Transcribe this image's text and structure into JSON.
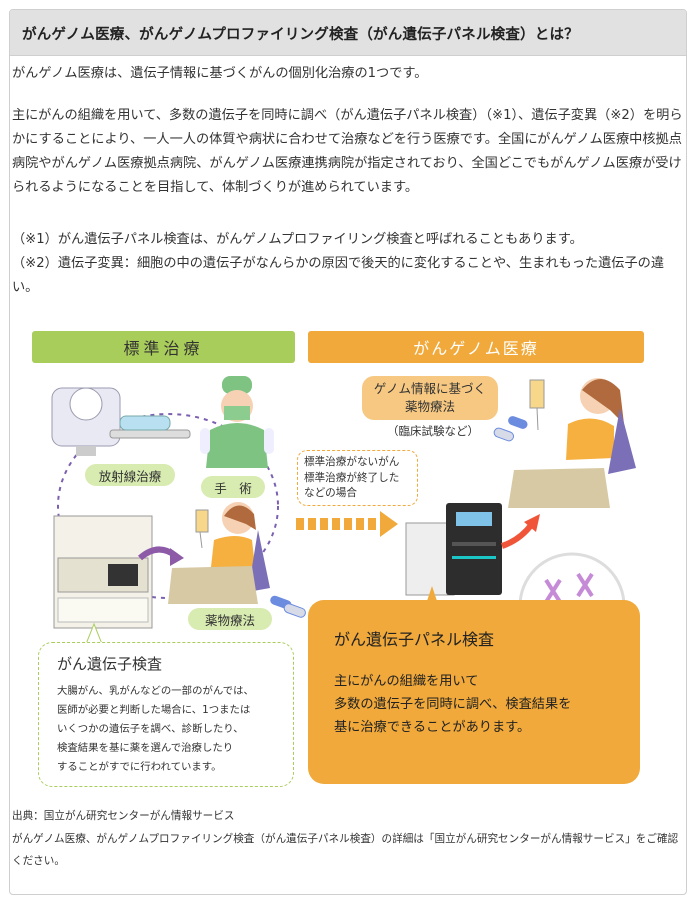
{
  "section": {
    "title": "がんゲノム医療、がんゲノムプロファイリング検査（がん遺伝子パネル検査）とは？",
    "paragraph1": "がんゲノム医療は、遺伝子情報に基づくがんの個別化治療の1つです。",
    "paragraph2": "主にがんの組織を用いて、多数の遺伝子を同時に調べ（がん遺伝子パネル検査）（※1）、遺伝子変異（※2）を明らかにすることにより、一人一人の体質や病状に合わせて治療などを行う医療です。全国にがんゲノム医療中核拠点病院やがんゲノム医療拠点病院、がんゲノム医療連携病院が指定されており、全国どこでもがんゲノム医療が受けられるようになることを目指して、体制づくりが進められています。",
    "notes": [
      "（※1）がん遺伝子パネル検査は、がんゲノムプロファイリング検査と呼ばれることもあります。",
      "（※2）遺伝子変異：細胞の中の遺伝子がなんらかの原因で後天的に変化することや、生まれもった遺伝子の違い。"
    ]
  },
  "illustration": {
    "standard_header": "標準治療",
    "genome_header": "がんゲノム医療",
    "radiation_label": "放射線治療",
    "surgery_label": "手　術",
    "drug_label": "薬物療法",
    "genome_drug_label_line1": "ゲノム情報に基づく",
    "genome_drug_label_line2": "薬物療法",
    "clinical_trial_label": "（臨床試験など）",
    "condition_lines": [
      "標準治療がないがん",
      "標準治療が終了した",
      "などの場合"
    ],
    "gene_test": {
      "title": "がん遺伝子検査",
      "lines": [
        "大腸がん、乳がんなどの一部のがんでは、",
        "医師が必要と判断した場合に、1つまたは",
        "いくつかの遺伝子を調べ、診断したり、",
        "検査結果を基に薬を選んで治療したり",
        "することがすでに行われています。"
      ]
    },
    "panel_test": {
      "title": "がん遺伝子パネル検査",
      "lines": [
        "主にがんの組織を用いて",
        "多数の遺伝子を同時に調べ、検査結果を",
        "基に治療できることがあります。"
      ]
    },
    "colors": {
      "green": "#a9cd5a",
      "orange": "#f0a93a",
      "purple": "#7b5fb0"
    }
  },
  "footer": {
    "source": "出典：国立がん研究センターがん情報サービス",
    "detail": "がんゲノム医療、がんゲノムプロファイリング検査（がん遺伝子パネル検査）の詳細は「国立がん研究センターがん情報サービス」をご確認ください。"
  }
}
